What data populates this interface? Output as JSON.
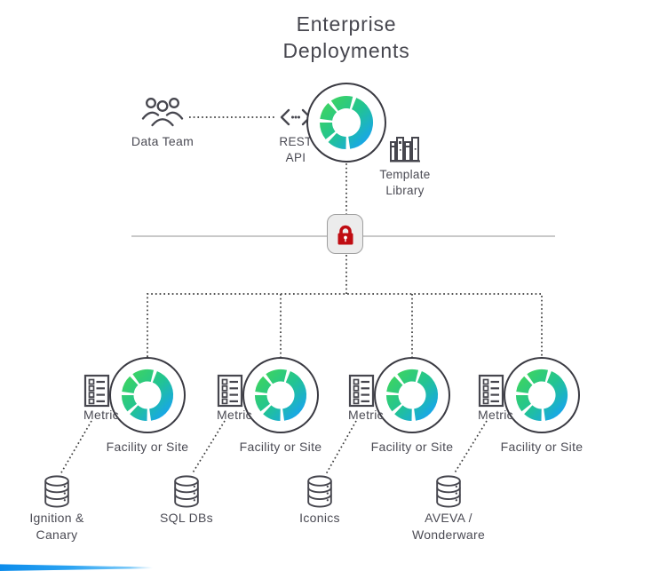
{
  "title": "Enterprise\nDeployments",
  "hub": {
    "data_team": {
      "label": "Data Team",
      "icon": "people-group-icon"
    },
    "rest_api": {
      "label": "REST\nAPI",
      "icon": "code-brackets-icon"
    },
    "logo": {
      "icon": "donut-logo-icon"
    },
    "template_library": {
      "label": "Template\nLibrary",
      "icon": "books-icon"
    }
  },
  "security": {
    "icon": "lock-icon"
  },
  "facilities": [
    {
      "metric_label": "Metric",
      "label": "Facility or Site"
    },
    {
      "metric_label": "Metric",
      "label": "Facility or Site"
    },
    {
      "metric_label": "Metric",
      "label": "Facility or Site"
    },
    {
      "metric_label": "Metric",
      "label": "Facility or Site"
    }
  ],
  "data_sources": [
    {
      "label": "Ignition &\nCanary",
      "icon": "database-icon"
    },
    {
      "label": "SQL DBs",
      "icon": "database-icon"
    },
    {
      "label": "Iconics",
      "icon": "database-icon"
    },
    {
      "label": "AVEVA /\nWonderware",
      "icon": "database-icon"
    }
  ],
  "colors": {
    "logo_green": "#3ed45f",
    "logo_teal": "#22c492",
    "logo_blue": "#17a3f1",
    "lock_red": "#c00c12",
    "ribbon_blue": "#1795f0",
    "text": "#4b4b54",
    "outline": "#3a3a42",
    "divider_gray": "#b7b7b7"
  }
}
